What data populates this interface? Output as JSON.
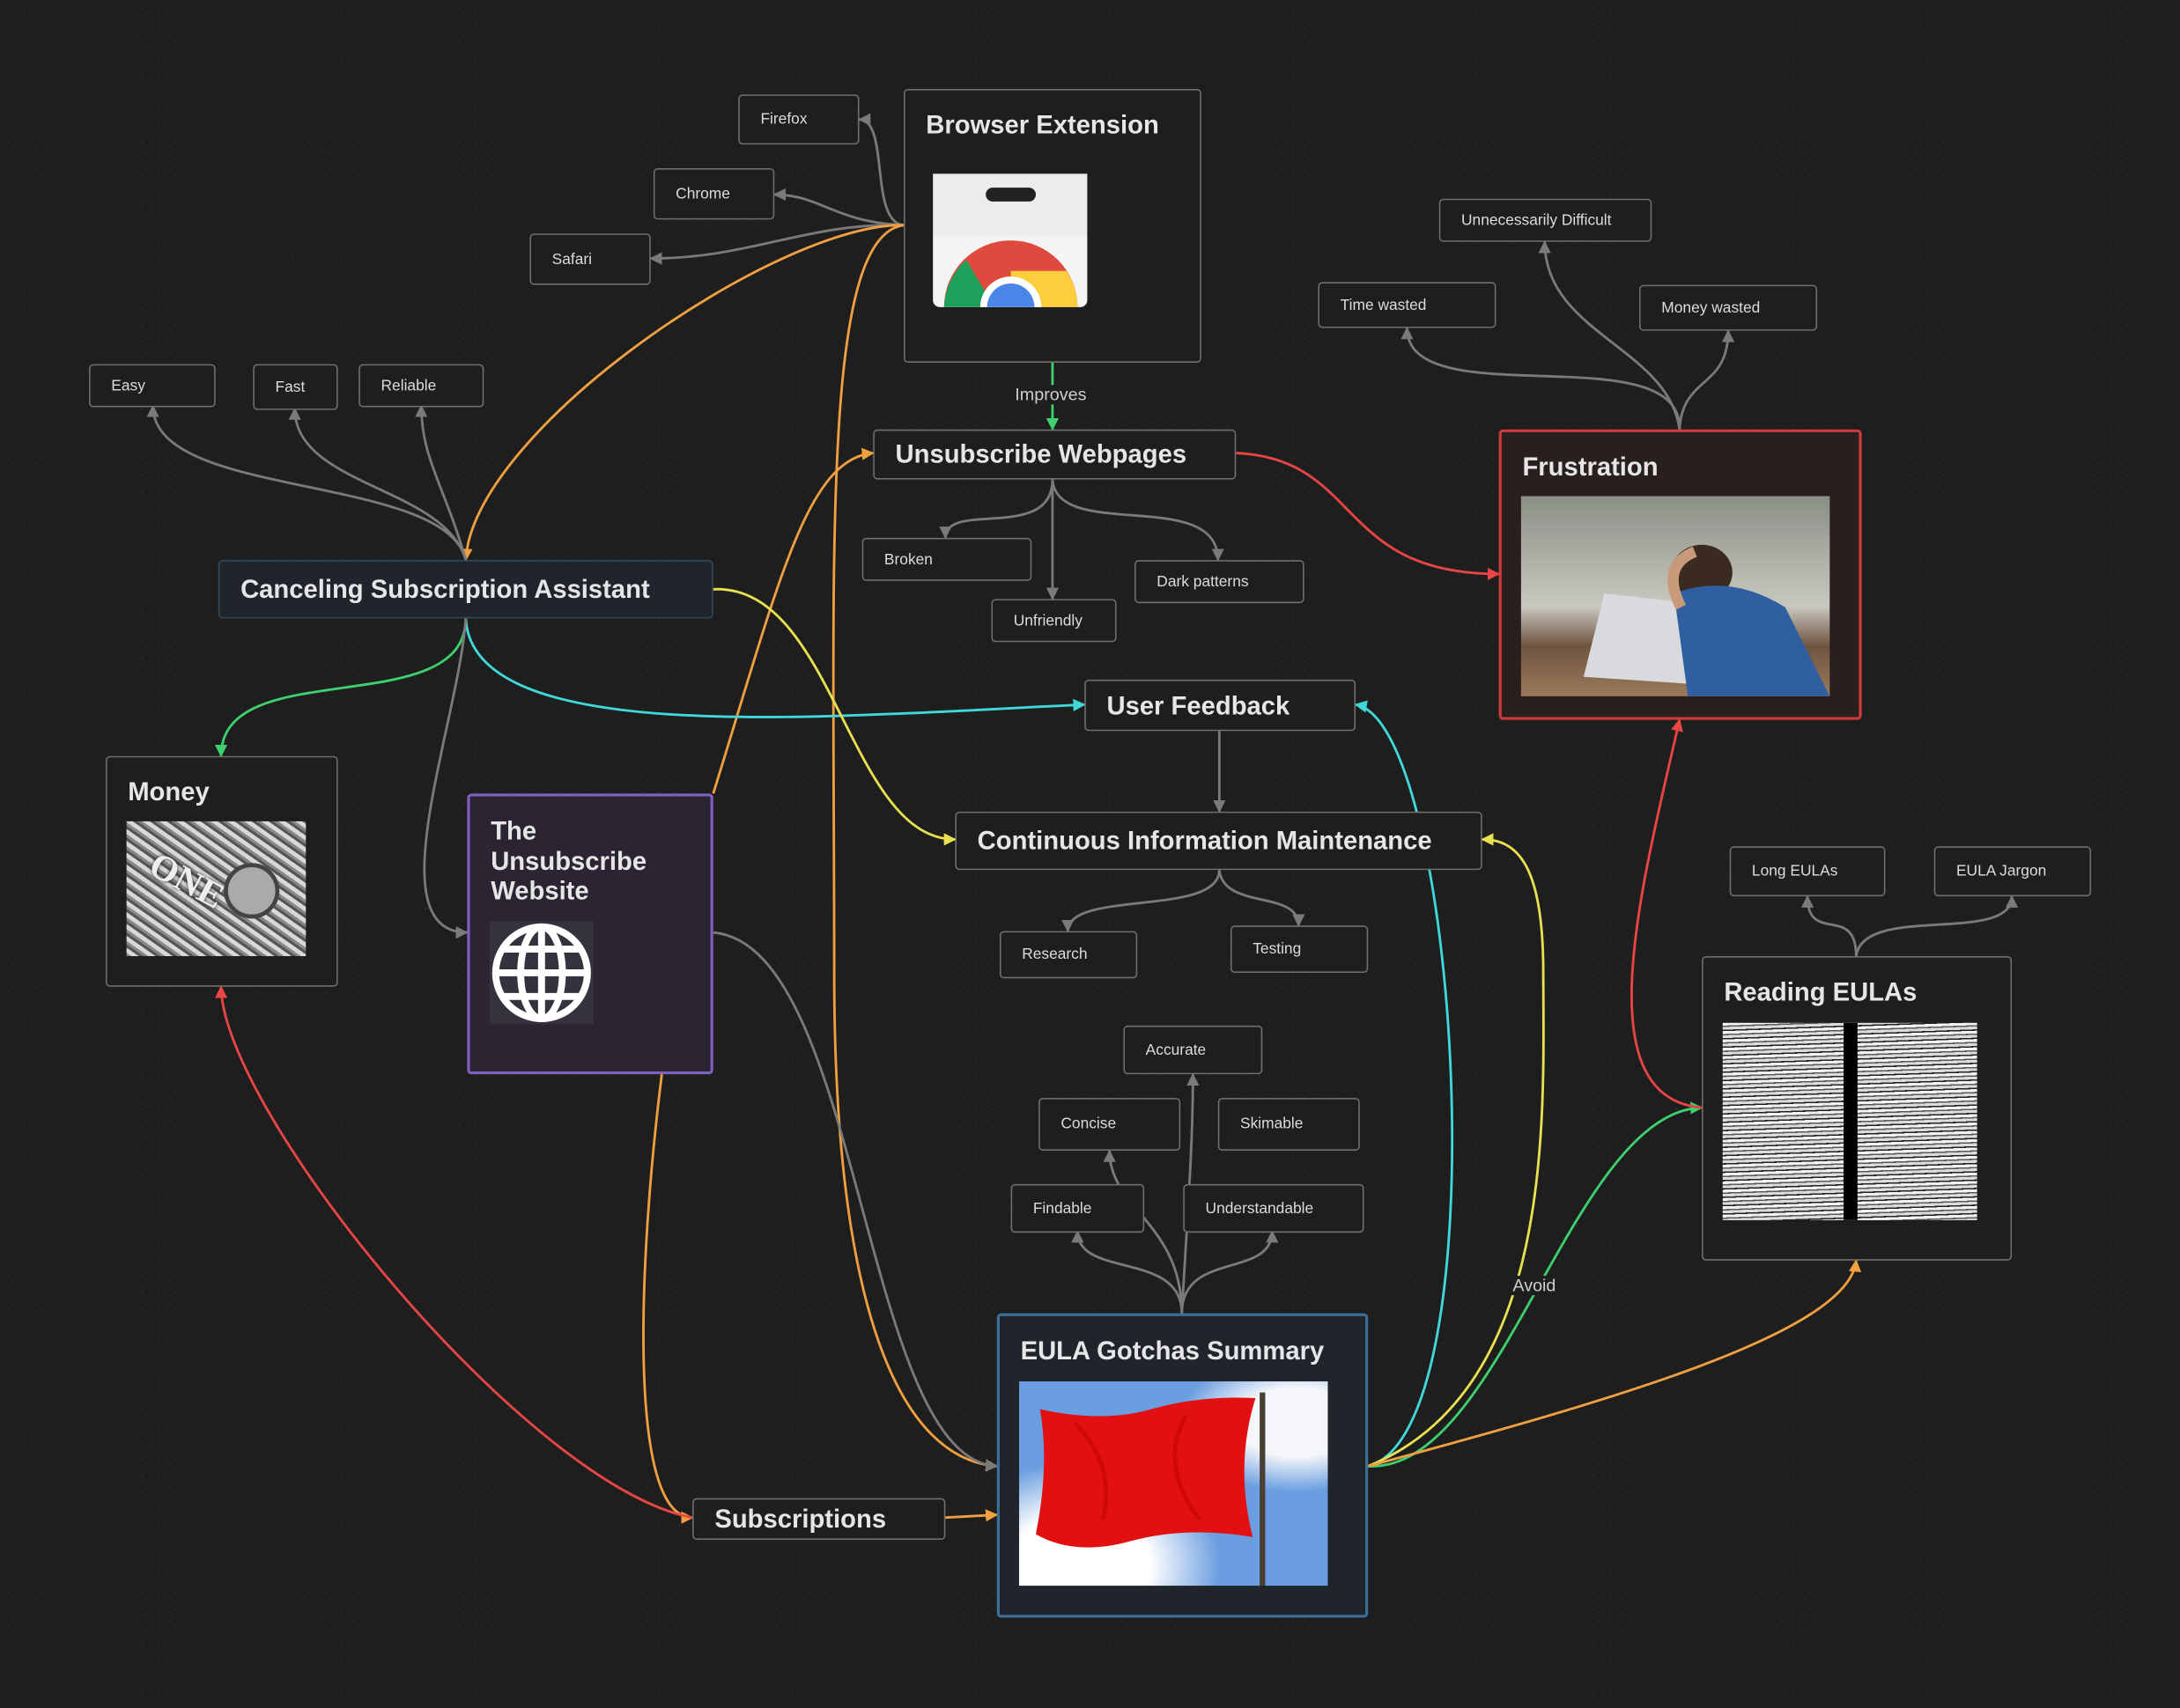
{
  "colors": {
    "gray": "#7a7a7a",
    "orange": "#f0a040",
    "green": "#3ecf6e",
    "cyan": "#40d8d8",
    "yellow": "#e8e050",
    "red": "#e84545"
  },
  "nodes": {
    "browser_extension": "Browser Extension",
    "firefox": "Firefox",
    "chrome": "Chrome",
    "safari": "Safari",
    "unsubscribe_webpages": "Unsubscribe Webpages",
    "broken": "Broken",
    "unfriendly": "Unfriendly",
    "dark_patterns": "Dark patterns",
    "easy": "Easy",
    "fast": "Fast",
    "reliable": "Reliable",
    "canceling_assistant": "Canceling Subscription Assistant",
    "money": "Money",
    "unsubscribe_website": "The Unsubscribe Website",
    "user_feedback": "User Feedback",
    "continuous_maintenance": "Continuous Information Maintenance",
    "research": "Research",
    "testing": "Testing",
    "accurate": "Accurate",
    "concise": "Concise",
    "skimable": "Skimable",
    "findable": "Findable",
    "understandable": "Understandable",
    "eula_gotchas": "EULA Gotchas Summary",
    "subscriptions": "Subscriptions",
    "frustration": "Frustration",
    "time_wasted": "Time wasted",
    "unnecessarily_difficult": "Unnecessarily Difficult",
    "money_wasted": "Money wasted",
    "reading_eulas": "Reading EULAs",
    "long_eulas": "Long EULAs",
    "eula_jargon": "EULA Jargon"
  },
  "edge_labels": {
    "improves": "Improves",
    "avoid": "Avoid"
  },
  "images": {
    "money_note": "ONE"
  }
}
